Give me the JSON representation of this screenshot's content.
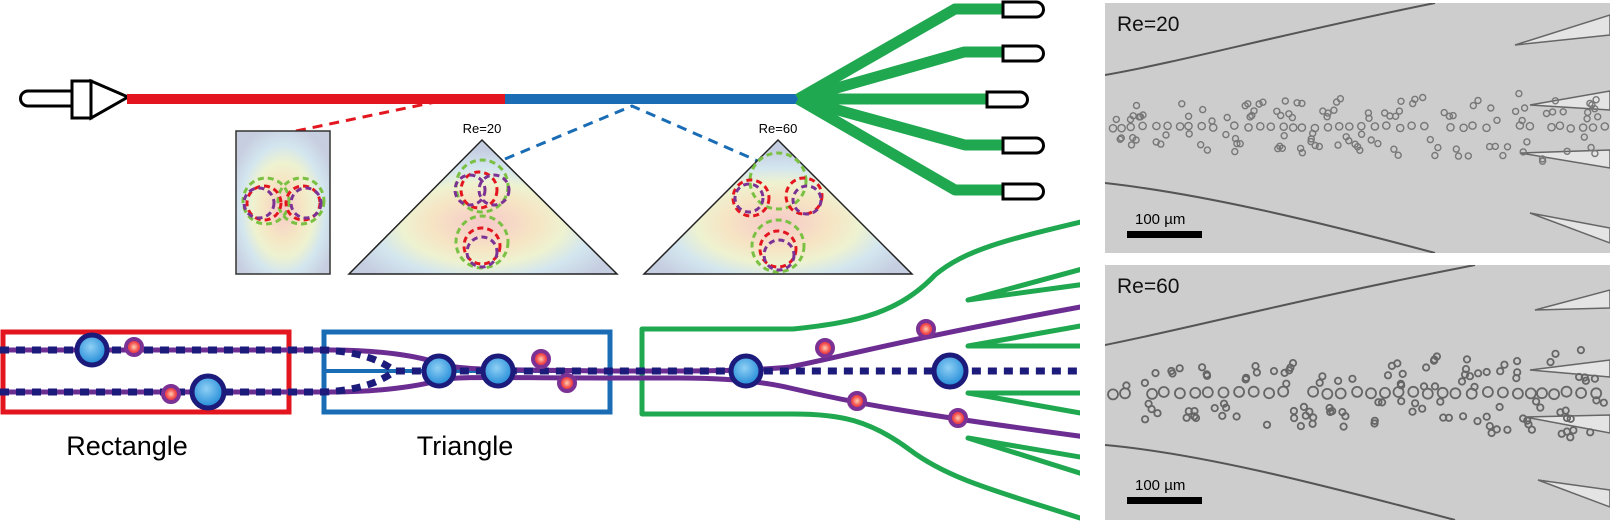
{
  "schematic": {
    "inlet": {
      "icon": "inlet-connector-icon"
    },
    "segments": [
      {
        "name": "rectangle-section",
        "color": "#e3161f"
      },
      {
        "name": "triangle-section",
        "color": "#1a6db5"
      },
      {
        "name": "outlet-branches",
        "color": "#1fa84f",
        "outlet_count": 5
      }
    ],
    "cross_sections": [
      {
        "shape": "rectangle",
        "label": ""
      },
      {
        "shape": "triangle",
        "label": "Re=20"
      },
      {
        "shape": "triangle",
        "label": "Re=60"
      }
    ],
    "focus_colors": {
      "large": "#7ac143",
      "medium": "#e3161f",
      "small": "#7b3294"
    }
  },
  "flow_diagram": {
    "labels": {
      "rectangle": "Rectangle",
      "triangle": "Triangle"
    },
    "colors": {
      "rectangle_box": "#e3161f",
      "triangle_box": "#1a6db5",
      "expansion": "#1fa84f",
      "large_particle_path": "#1c1a7a",
      "small_particle_path": "#6b2d91"
    }
  },
  "micrographs": [
    {
      "label": "Re=20",
      "scale_bar": "100 µm"
    },
    {
      "label": "Re=60",
      "scale_bar": "100 µm"
    }
  ]
}
